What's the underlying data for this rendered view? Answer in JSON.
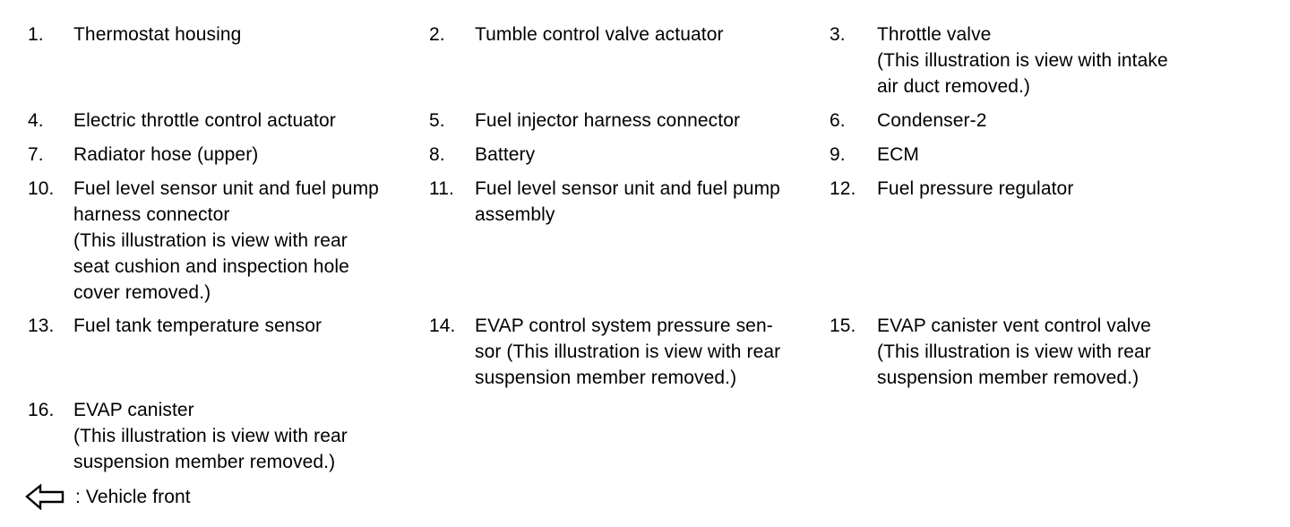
{
  "document": {
    "type": "component-legend",
    "background_color": "#ffffff",
    "text_color": "#000000",
    "columns": 3
  },
  "items": [
    {
      "number": "1.",
      "label": "Thermostat housing"
    },
    {
      "number": "2.",
      "label": "Tumble control valve actuator"
    },
    {
      "number": "3.",
      "label": "Throttle valve\n(This illustration is view with intake\nair duct removed.)"
    },
    {
      "number": "4.",
      "label": "Electric throttle control actuator"
    },
    {
      "number": "5.",
      "label": "Fuel injector harness connector"
    },
    {
      "number": "6.",
      "label": "Condenser-2"
    },
    {
      "number": "7.",
      "label": "Radiator hose (upper)"
    },
    {
      "number": "8.",
      "label": "Battery"
    },
    {
      "number": "9.",
      "label": "ECM"
    },
    {
      "number": "10.",
      "label": "Fuel level sensor unit and fuel pump\nharness connector\n(This illustration is view with rear\nseat cushion and inspection hole\ncover removed.)"
    },
    {
      "number": "11.",
      "label": "Fuel level sensor unit and fuel pump\nassembly"
    },
    {
      "number": "12.",
      "label": "Fuel pressure regulator"
    },
    {
      "number": "13.",
      "label": "Fuel tank temperature sensor"
    },
    {
      "number": "14.",
      "label": "EVAP control system pressure sen-\nsor (This illustration is view with rear\nsuspension member removed.)"
    },
    {
      "number": "15.",
      "label": "EVAP canister vent control valve\n(This illustration is view with rear\nsuspension member removed.)"
    },
    {
      "number": "16.",
      "label": "EVAP canister\n(This illustration is view with rear\nsuspension member removed.)"
    }
  ],
  "legend": {
    "arrow_icon": "left-arrow-outline-icon",
    "label": ": Vehicle front"
  }
}
